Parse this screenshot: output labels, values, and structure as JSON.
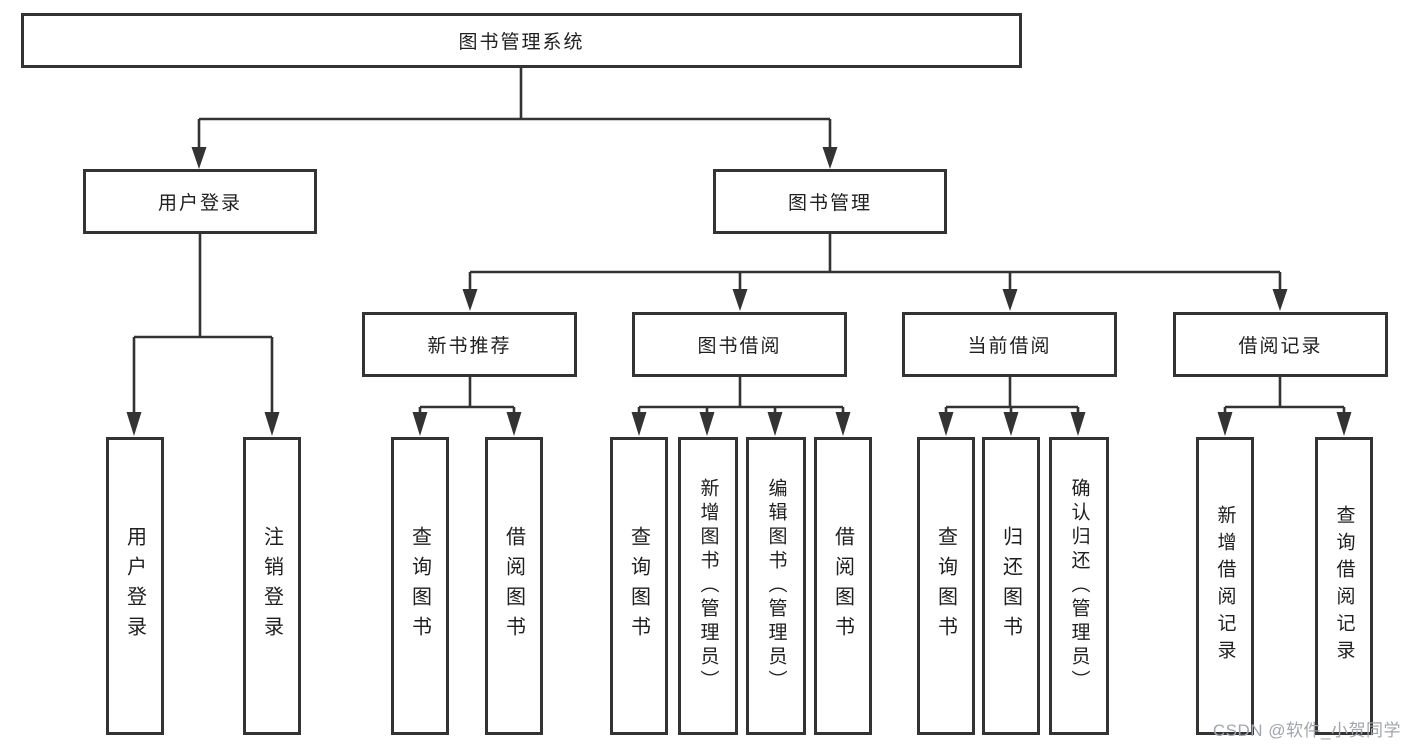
{
  "tree": {
    "root": {
      "label": "图书管理系统"
    },
    "branches": [
      {
        "label": "用户登录",
        "leaves": [
          {
            "label": "用户登录"
          },
          {
            "label": "注销登录"
          }
        ]
      },
      {
        "label": "图书管理",
        "groups": [
          {
            "label": "新书推荐",
            "leaves": [
              {
                "label": "查询图书"
              },
              {
                "label": "借阅图书"
              }
            ]
          },
          {
            "label": "图书借阅",
            "leaves": [
              {
                "label": "查询图书"
              },
              {
                "label": "新增图书（管理员）"
              },
              {
                "label": "编辑图书（管理员）"
              },
              {
                "label": "借阅图书"
              }
            ]
          },
          {
            "label": "当前借阅",
            "leaves": [
              {
                "label": "查询图书"
              },
              {
                "label": "归还图书"
              },
              {
                "label": "确认归还（管理员）"
              }
            ]
          },
          {
            "label": "借阅记录",
            "leaves": [
              {
                "label": "新增借阅记录"
              },
              {
                "label": "查询借阅记录"
              }
            ]
          }
        ]
      }
    ]
  },
  "watermark": {
    "text": "CSDN @软件_小贺同学"
  },
  "colors": {
    "line": "#333333",
    "text": "#1f1f1f",
    "box_background": "#ffffff",
    "watermark": "#a2a5ad"
  }
}
